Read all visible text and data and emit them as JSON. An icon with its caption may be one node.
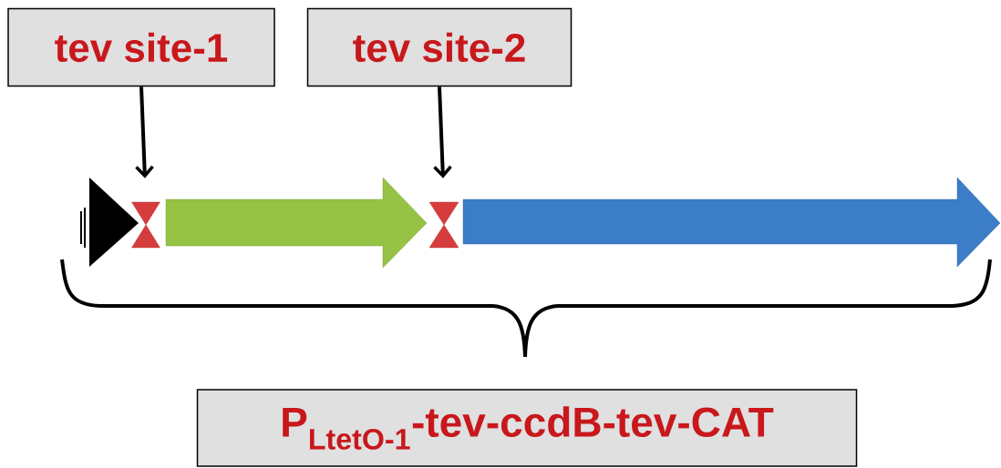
{
  "diagram": {
    "nodes": [
      {
        "text": [
          "tev site-1"
        ]
      },
      {
        "text": [
          "tev site-2"
        ]
      },
      {
        "text": [],
        "shape": "hourglass"
      },
      {
        "text": [],
        "shape": "hourglass"
      },
      {
        "text": [
          "P$_{LtetO-1}$-tev-ccdB-tev-CAT"
        ]
      }
    ],
    "edges": [
      {
        "from": 0,
        "to": 2,
        "arrow": "to"
      },
      {
        "from": 1,
        "to": 3,
        "arrow": "to"
      }
    ]
  }
}
